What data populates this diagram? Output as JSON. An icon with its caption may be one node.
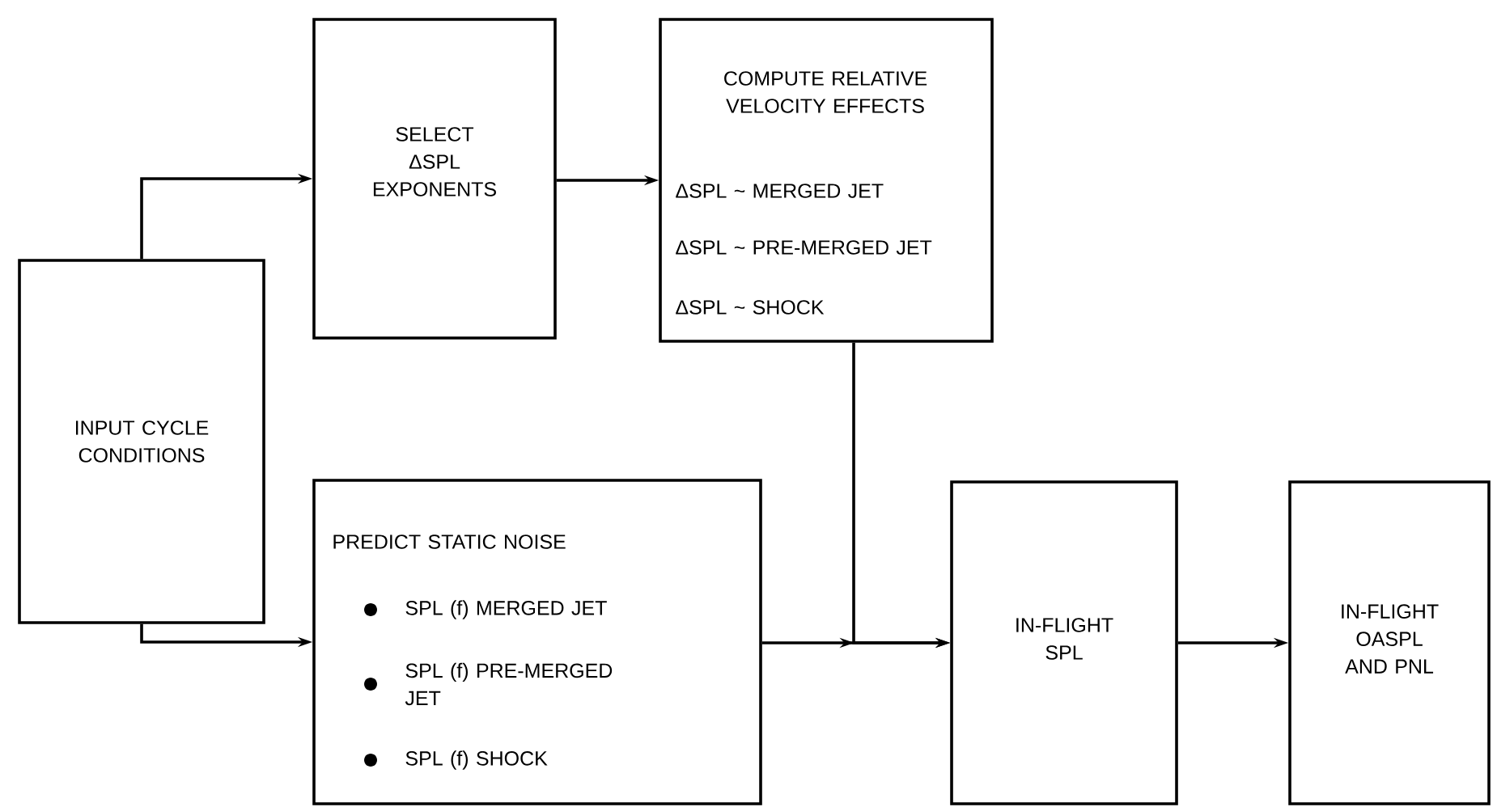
{
  "diagram": {
    "nodes": [
      {
        "text": [
          "INPUT CYCLE CONDITIONS"
        ]
      },
      {
        "text": [
          "SELECT ΔSPL EXPONENTS"
        ]
      },
      {
        "text": [
          "COMPUTE RELATIVE VELOCITY EFFECTS",
          "ΔSPL ~ MERGED JET",
          "ΔSPL ~ PRE-MERGED JET",
          "ΔSPL ~ SHOCK"
        ]
      },
      {
        "text": [
          "PREDICT STATIC NOISE",
          "SPL (f) MERGED JET",
          "SPL (f) PRE-MERGED JET",
          "SPL (f) SHOCK"
        ]
      },
      {
        "text": [
          "IN-FLIGHT SPL"
        ]
      },
      {
        "text": [
          "IN-FLIGHT OASPL AND PNL"
        ]
      }
    ],
    "edges": [
      {
        "from": 0,
        "to": 1,
        "arrow": "to"
      },
      {
        "from": 1,
        "to": 2,
        "arrow": "to"
      },
      {
        "from": 0,
        "to": 3,
        "arrow": "to"
      },
      {
        "from": 3,
        "to": 4,
        "arrow": "to"
      },
      {
        "from": 2,
        "to": 4,
        "arrow": "to"
      },
      {
        "from": 4,
        "to": 5,
        "arrow": "to"
      }
    ]
  }
}
